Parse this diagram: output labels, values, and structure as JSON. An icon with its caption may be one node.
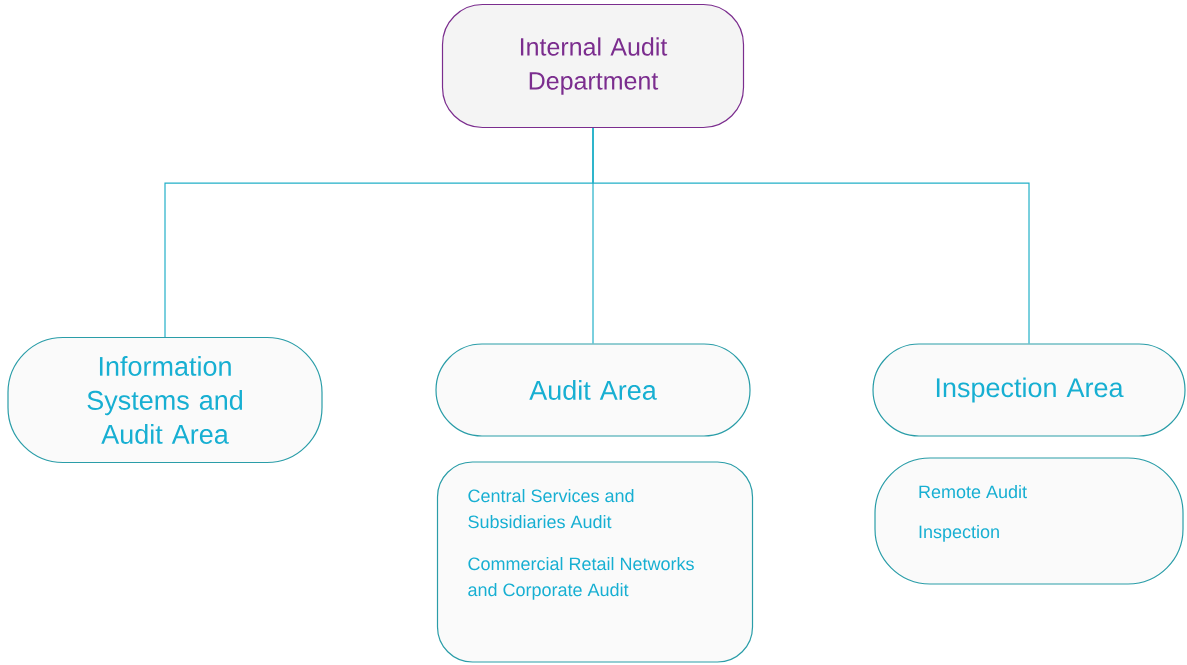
{
  "diagram": {
    "nodes": [
      {
        "text": [
          "Internal Audit Department"
        ]
      },
      {
        "text": [
          "Information Systems and Audit Area"
        ]
      },
      {
        "text": [
          "Audit Area"
        ]
      },
      {
        "text": [
          "Inspection Area"
        ]
      },
      {
        "text": [
          "Central Services and Subsidiaries Audit",
          "Commercial Retail Networks and Corporate Audit"
        ]
      },
      {
        "text": [
          "Remote Audit",
          "Inspection"
        ]
      }
    ],
    "edges": [
      {
        "from": 0,
        "to": 1,
        "arrow": "none"
      },
      {
        "from": 0,
        "to": 2,
        "arrow": "none"
      },
      {
        "from": 0,
        "to": 3,
        "arrow": "none"
      }
    ]
  }
}
